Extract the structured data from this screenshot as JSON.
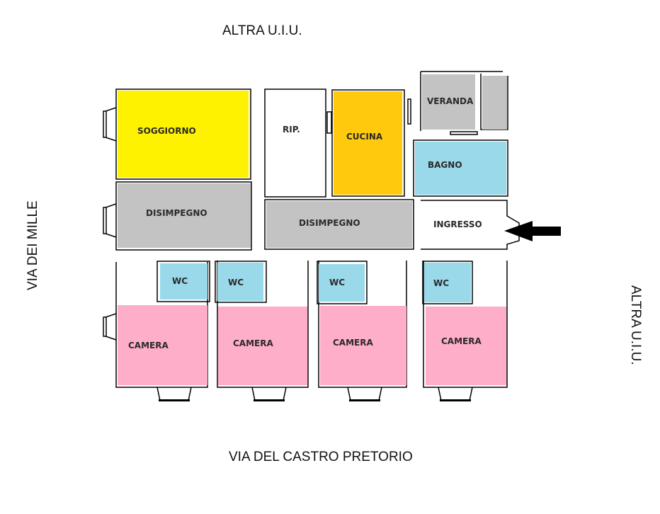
{
  "streets": {
    "top": "ALTRA U.I.U.",
    "left": "VIA DEI MILLE",
    "right": "ALTRA U.I.U.",
    "bottom": "VIA DEL CASTRO PRETORIO"
  },
  "colors": {
    "living": "#fff200",
    "kitchen": "#ffc90e",
    "bath": "#99d9ea",
    "corridor": "#c3c3c3",
    "bedroom": "#ffaec9"
  },
  "rooms": {
    "soggiorno": "SOGGIORNO",
    "rip": "RIP.",
    "cucina": "CUCINA",
    "veranda": "VERANDA",
    "bagno": "BAGNO",
    "disimpegno_left": "DISIMPEGNO",
    "disimpegno_center": "DISIMPEGNO",
    "ingresso": "INGRESSO",
    "wc": [
      "WC",
      "WC",
      "WC",
      "WC"
    ],
    "camera": [
      "CAMERA",
      "CAMERA",
      "CAMERA",
      "CAMERA"
    ]
  },
  "entrance_arrow": "arrow-left-icon"
}
